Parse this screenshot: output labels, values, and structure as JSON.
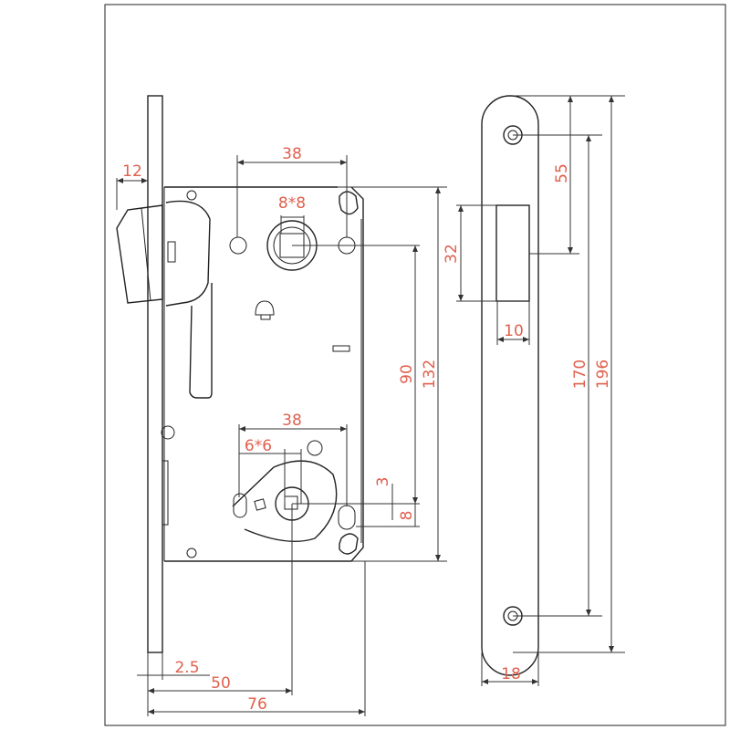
{
  "colors": {
    "dimension_text": "#e0604e",
    "lines": "#222222"
  },
  "labels": {
    "top_spacing": "38",
    "latch_projection": "12",
    "handle_spindle": "8*8",
    "strike_window_height": "32",
    "strike_offset": "55",
    "strike_window_depth": "10",
    "handle_to_cylinder": "90",
    "body_height": "132",
    "strike_hole_spacing": "170",
    "strike_height": "196",
    "bottom_spacing": "38",
    "cylinder_spindle": "6*6",
    "cylinder_offset": "3",
    "cylinder_slot": "8",
    "faceplate_thickness": "2.5",
    "backset": "50",
    "body_depth": "76",
    "strike_width": "18"
  }
}
